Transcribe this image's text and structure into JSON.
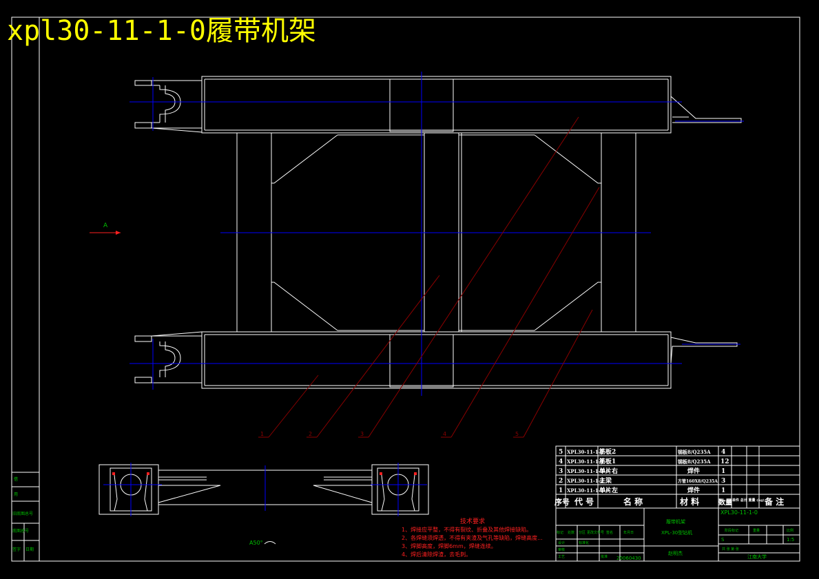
{
  "title": "xpl30-11-1-0履带机架",
  "section_marker": "A",
  "view_label": "A50°",
  "balloons": [
    "1",
    "2",
    "3",
    "4",
    "5"
  ],
  "colors": {
    "background": "#000000",
    "outline": "#ffffff",
    "centerline": "#0000ff",
    "leader": "#8b0000",
    "table_text": "#ffffff",
    "title_block_text": "#00c000",
    "notes_text": "#ff2020",
    "title_text": "#ffff00"
  },
  "bom": {
    "rows": [
      {
        "no": "5",
        "code": "XPL30-11-1-5",
        "name": "筋板2",
        "material": "钢板8/Q235A",
        "qty": "4"
      },
      {
        "no": "4",
        "code": "XPL30-11-1-4",
        "name": "筋板1",
        "material": "钢板8/Q235A",
        "qty": "12"
      },
      {
        "no": "3",
        "code": "XPL30-11-1-3-0",
        "name": "单片右",
        "material": "焊件",
        "qty": "1"
      },
      {
        "no": "2",
        "code": "XPL30-11-1-2",
        "name": "主梁",
        "material": "方管160X8/Q235A",
        "qty": "3"
      },
      {
        "no": "1",
        "code": "XPL30-11-1-1-0",
        "name": "单片左",
        "material": "焊件",
        "qty": "1"
      }
    ],
    "header": {
      "no": "序号",
      "code": "代 号",
      "name": "名  称",
      "material": "材  料",
      "qty": "数量",
      "weight": "单件 总计 重量 (kg)",
      "remark": "备 注"
    }
  },
  "notes": {
    "heading": "技术要求",
    "items": [
      "1、焊接应平整，不得有裂纹、折叠及其他焊接缺陷。",
      "2、各焊缝须焊透，不得有夹渣及气孔等缺陷，焊缝高度...",
      "3、焊脚高度，焊脚6mm，焊缝连续。",
      "4、焊后清除焊渣，去毛刺。"
    ]
  },
  "title_block": {
    "drawing_no": "XPL30-11-1-0",
    "part_name": "履带机架",
    "product": "XPL-30型钻机",
    "scale": "1:5",
    "school": "江南大学",
    "date": "20060430",
    "left_col": [
      "标记",
      "处数",
      "分区",
      "更改文件号",
      "签名",
      "年月日"
    ],
    "stage": "阶段标记",
    "weight": "重量",
    "ratio": "比例",
    "roles": [
      "设计",
      "标准化",
      "审核",
      "工艺",
      "批准"
    ],
    "sheet": "共 张 第 张",
    "s_mark": "S",
    "drawer": "赵明杰"
  },
  "side_block": [
    "借",
    "用",
    "旧底图总号",
    "底图总号",
    "签字",
    "日期"
  ]
}
